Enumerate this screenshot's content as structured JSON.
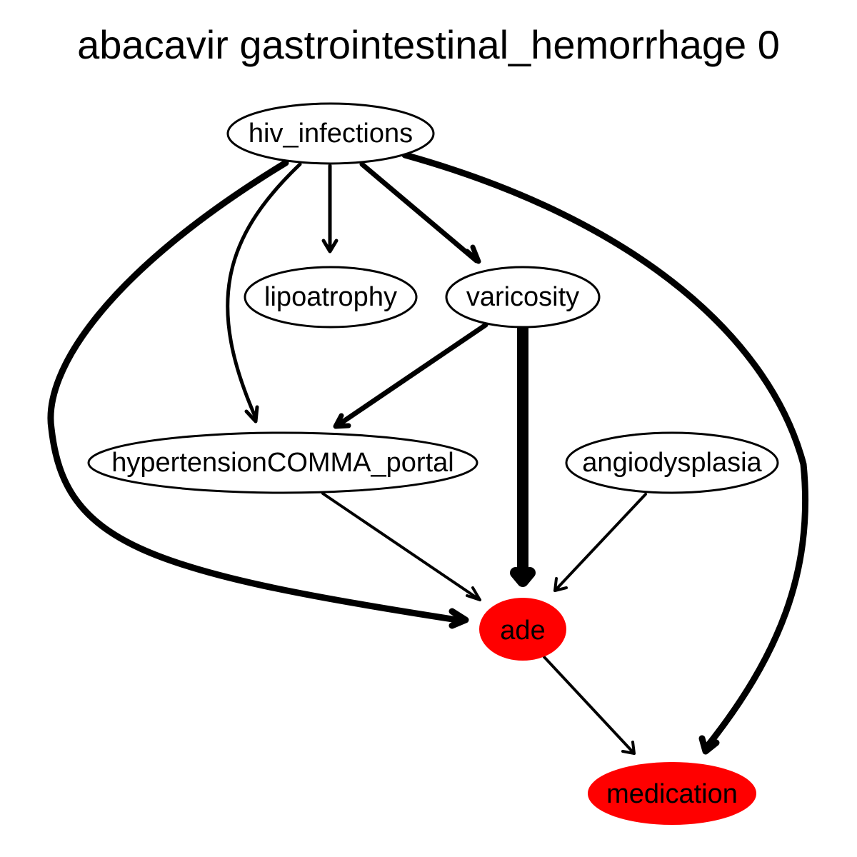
{
  "title": "abacavir gastrointestinal_hemorrhage 0",
  "colors": {
    "highlight": "#ff0000",
    "default_fill": "#ffffff",
    "stroke": "#000000"
  },
  "nodes": [
    {
      "id": "hiv_infections",
      "label": "hiv_infections",
      "highlighted": false
    },
    {
      "id": "lipoatrophy",
      "label": "lipoatrophy",
      "highlighted": false
    },
    {
      "id": "varicosity",
      "label": "varicosity",
      "highlighted": false
    },
    {
      "id": "hypertension_portal",
      "label": "hypertensionCOMMA_portal",
      "highlighted": false
    },
    {
      "id": "angiodysplasia",
      "label": "angiodysplasia",
      "highlighted": false
    },
    {
      "id": "ade",
      "label": "ade",
      "highlighted": true
    },
    {
      "id": "medication",
      "label": "medication",
      "highlighted": true
    }
  ],
  "edges": [
    {
      "id": "e1",
      "from": "hiv_infections",
      "to": "ade",
      "weight": "heavy"
    },
    {
      "id": "e2",
      "from": "hiv_infections",
      "to": "hypertension_portal",
      "weight": "normal"
    },
    {
      "id": "e3",
      "from": "hiv_infections",
      "to": "lipoatrophy",
      "weight": "normal"
    },
    {
      "id": "e4",
      "from": "hiv_infections",
      "to": "varicosity",
      "weight": "medium"
    },
    {
      "id": "e5",
      "from": "hiv_infections",
      "to": "medication",
      "weight": "heavy"
    },
    {
      "id": "e6",
      "from": "varicosity",
      "to": "hypertension_portal",
      "weight": "medium"
    },
    {
      "id": "e7",
      "from": "varicosity",
      "to": "ade",
      "weight": "very-heavy"
    },
    {
      "id": "e8",
      "from": "hypertension_portal",
      "to": "ade",
      "weight": "light"
    },
    {
      "id": "e9",
      "from": "angiodysplasia",
      "to": "ade",
      "weight": "light"
    },
    {
      "id": "e10",
      "from": "ade",
      "to": "medication",
      "weight": "light"
    }
  ]
}
